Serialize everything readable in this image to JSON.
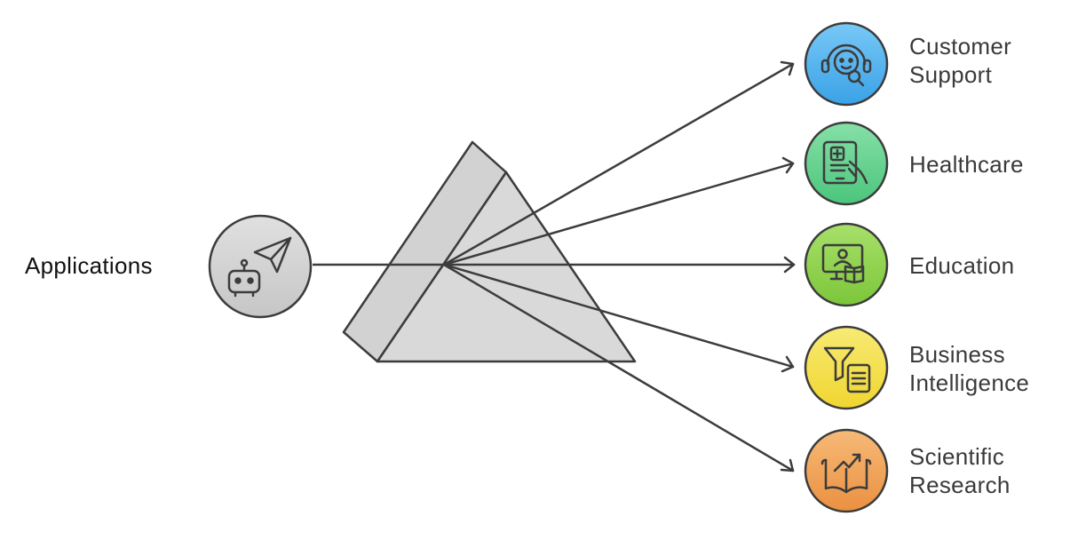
{
  "source": {
    "label": "Applications",
    "icon": "robot-send-icon",
    "color": "#d3d3d3"
  },
  "outputs": [
    {
      "lines": [
        "Customer",
        "Support"
      ],
      "icon": "headset-search-icon",
      "color": "#4fb3f0"
    },
    {
      "lines": [
        "Healthcare"
      ],
      "icon": "medical-tablet-icon",
      "color": "#63d48f"
    },
    {
      "lines": [
        "Education"
      ],
      "icon": "online-teacher-icon",
      "color": "#8fd44a"
    },
    {
      "lines": [
        "Business",
        "Intelligence"
      ],
      "icon": "filter-report-icon",
      "color": "#f3e14a"
    },
    {
      "lines": [
        "Scientific",
        "Research"
      ],
      "icon": "book-growth-icon",
      "color": "#f0a356"
    }
  ],
  "prism_color": "#d7d7d7"
}
